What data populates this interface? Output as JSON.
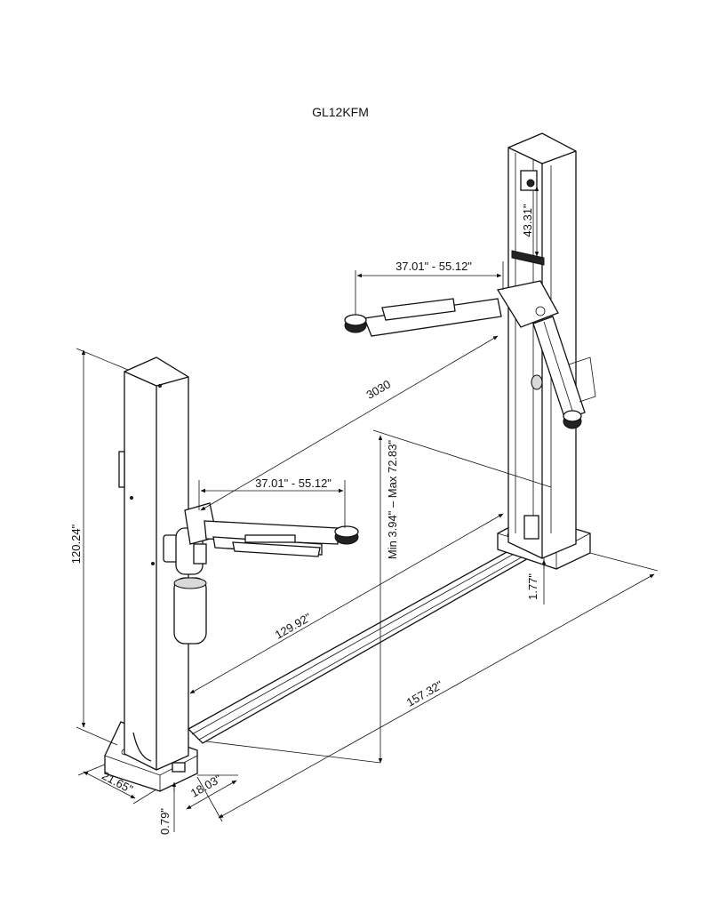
{
  "title": "GL12KFM",
  "dimensions": {
    "height_overall": "120.24\"",
    "arm_reach_top": "37.01\" - 55.12\"",
    "arm_reach_bottom": "37.01\" - 55.12\"",
    "diagonal": "3030",
    "lift_height": "Min 3.94\" – Max 72.83\"",
    "carriage_travel": "43.31\"",
    "inside_width": "129.92\"",
    "overall_width": "157.32\"",
    "base_depth": "21.65\"",
    "base_width": "18.03\"",
    "plate_thickness_left": "0.79\"",
    "plate_thickness_right": "1.77\""
  }
}
